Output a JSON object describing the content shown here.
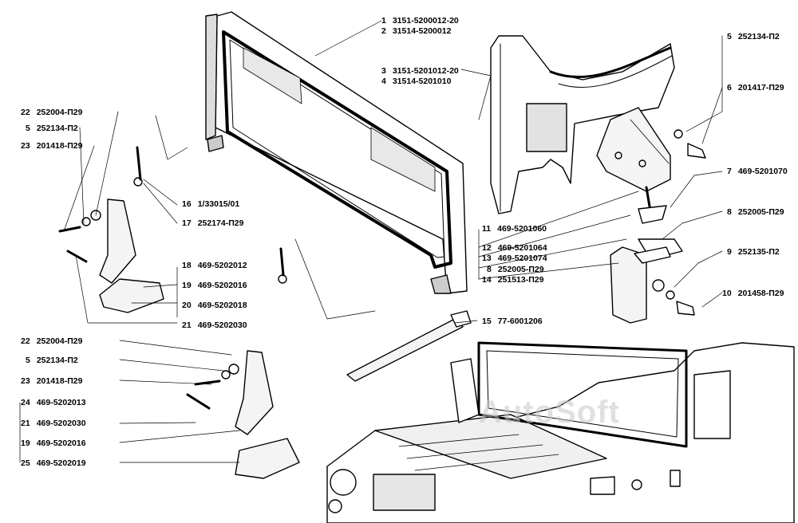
{
  "callouts": [
    {
      "id": "c-1",
      "num": "1",
      "code": "3151-5200012-20"
    },
    {
      "id": "c-2",
      "num": "2",
      "code": "31514-5200012"
    },
    {
      "id": "c-3",
      "num": "3",
      "code": "3151-5201012-20"
    },
    {
      "id": "c-4",
      "num": "4",
      "code": "31514-5201010"
    },
    {
      "id": "c-5a",
      "num": "5",
      "code": "252134-П2"
    },
    {
      "id": "c-6",
      "num": "6",
      "code": "201417-П29"
    },
    {
      "id": "c-7",
      "num": "7",
      "code": "469-5201070"
    },
    {
      "id": "c-8a",
      "num": "8",
      "code": "252005-П29"
    },
    {
      "id": "c-9",
      "num": "9",
      "code": "252135-П2"
    },
    {
      "id": "c-10",
      "num": "10",
      "code": "201458-П29"
    },
    {
      "id": "c-22a",
      "num": "22",
      "code": "252004-П29"
    },
    {
      "id": "c-5b",
      "num": "5",
      "code": "252134-П2"
    },
    {
      "id": "c-23a",
      "num": "23",
      "code": "201418-П29"
    },
    {
      "id": "c-16",
      "num": "16",
      "code": "1/33015/01"
    },
    {
      "id": "c-17",
      "num": "17",
      "code": "252174-П29"
    },
    {
      "id": "c-18",
      "num": "18",
      "code": "469-5202012"
    },
    {
      "id": "c-19a",
      "num": "19",
      "code": "469-5202016"
    },
    {
      "id": "c-20",
      "num": "20",
      "code": "469-5202018"
    },
    {
      "id": "c-21a",
      "num": "21",
      "code": "469-5202030"
    },
    {
      "id": "c-11",
      "num": "11",
      "code": "469-5201060"
    },
    {
      "id": "c-12",
      "num": "12",
      "code": "469-5201064"
    },
    {
      "id": "c-13",
      "num": "13",
      "code": "469-5201074"
    },
    {
      "id": "c-8b",
      "num": "8",
      "code": "252005-П29"
    },
    {
      "id": "c-14",
      "num": "14",
      "code": "251513-П29"
    },
    {
      "id": "c-15",
      "num": "15",
      "code": "77-6001206"
    },
    {
      "id": "c-22b",
      "num": "22",
      "code": "252004-П29"
    },
    {
      "id": "c-5c",
      "num": "5",
      "code": "252134-П2"
    },
    {
      "id": "c-23b",
      "num": "23",
      "code": "201418-П29"
    },
    {
      "id": "c-24",
      "num": "24",
      "code": "469-5202013"
    },
    {
      "id": "c-21b",
      "num": "21",
      "code": "469-5202030"
    },
    {
      "id": "c-19b",
      "num": "19",
      "code": "469-5202016"
    },
    {
      "id": "c-25",
      "num": "25",
      "code": "469-5202019"
    }
  ],
  "watermark": "AutoSoft",
  "colors": {
    "ink": "#000000",
    "paper": "#ffffff",
    "shade": "#d0d0d0"
  }
}
